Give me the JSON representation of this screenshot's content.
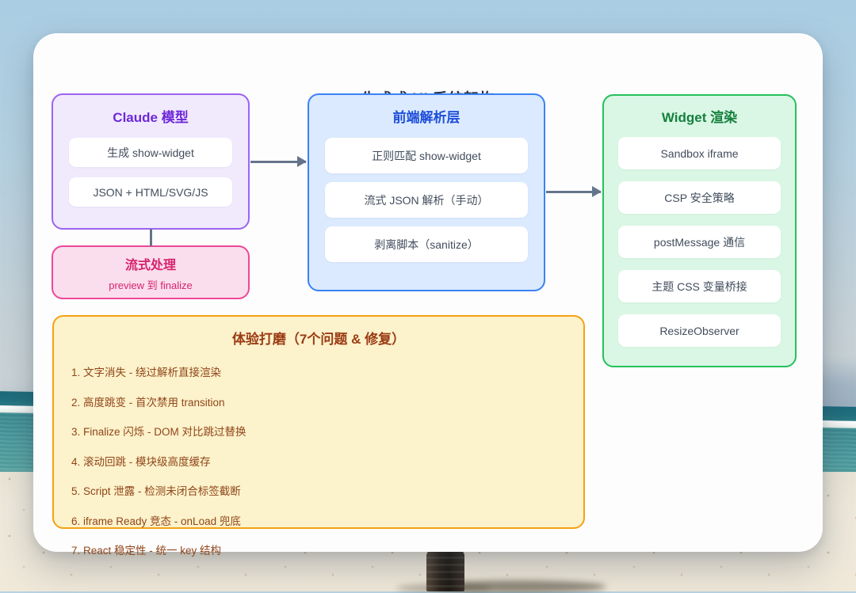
{
  "page_title": "生成式 UI 系统架构",
  "colors": {
    "claude_accent": "#6d28d9",
    "claude_border": "#9c64ef",
    "claude_bg": "#f1eafd",
    "parser_accent": "#1d4ed8",
    "parser_border": "#3b82f6",
    "parser_bg": "#dbeafe",
    "widget_accent": "#15803d",
    "widget_border": "#26c05c",
    "widget_bg": "#daf7e5",
    "stream_accent": "#d6226e",
    "stream_border": "#ec4899",
    "stream_bg": "#fbdeed",
    "polish_accent": "#9a3b13",
    "polish_border": "#f5a215",
    "polish_bg": "#fcf2cb",
    "arrow": "#64748b",
    "scene_sky": "#aacde3",
    "scene_sea": "#4f9da1",
    "scene_sand": "#efe9dc"
  },
  "nodes": {
    "claude": {
      "title": "Claude 模型",
      "items": [
        "生成 show-widget",
        "JSON + HTML/SVG/JS"
      ]
    },
    "parser": {
      "title": "前端解析层",
      "items": [
        "正则匹配 show-widget",
        "流式 JSON 解析（手动）",
        "剥离脚本（sanitize）"
      ]
    },
    "widget": {
      "title": "Widget 渲染",
      "items": [
        "Sandbox iframe",
        "CSP 安全策略",
        "postMessage 通信",
        "主题 CSS 变量桥接",
        "ResizeObserver"
      ]
    },
    "stream": {
      "title": "流式处理",
      "subtitle": "preview 到 finalize"
    },
    "polish": {
      "title": "体验打磨（7个问题 & 修复）",
      "items": [
        "1. 文字消失 - 绕过解析直接渲染",
        "2. 高度跳变 - 首次禁用 transition",
        "3. Finalize 闪烁 - DOM 对比跳过替换",
        "4. 滚动回跳 - 模块级高度缓存",
        "5. Script 泄露 - 检测未闭合标签截断",
        "6. iframe Ready 竞态 - onLoad 兜底",
        "7. React 稳定性 - 统一 key 结构"
      ]
    }
  }
}
